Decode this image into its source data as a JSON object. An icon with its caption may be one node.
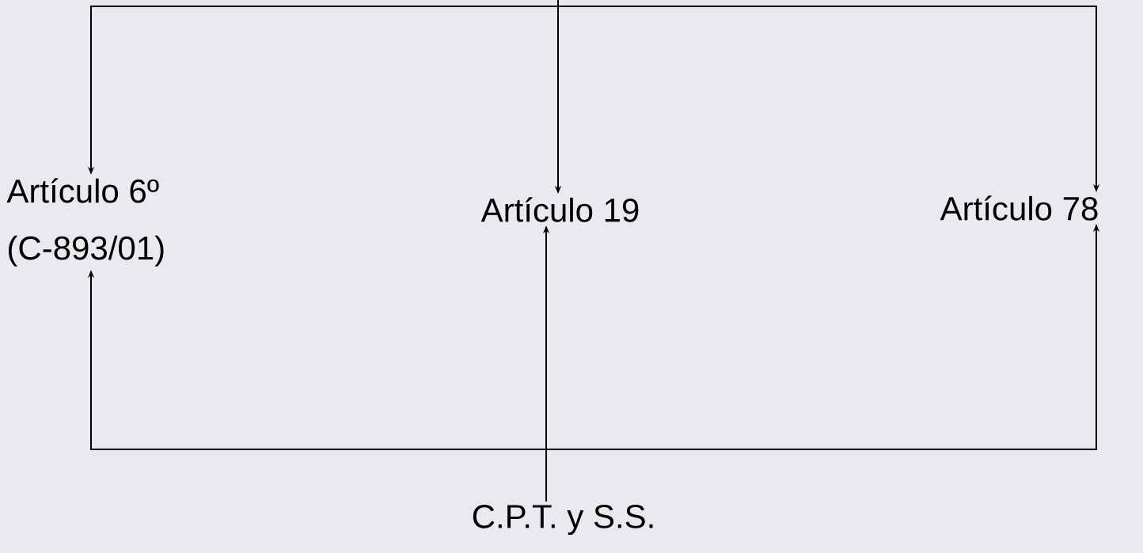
{
  "diagram": {
    "nodes": [
      {
        "text": [
          "Artículo 6º",
          "(C-893/01)"
        ]
      },
      {
        "text": [
          "Artículo 19"
        ]
      },
      {
        "text": [
          "Artículo 78"
        ]
      },
      {
        "text": [
          "C.P.T. y S.S."
        ]
      }
    ],
    "edges": [
      {
        "from": null,
        "to": 0,
        "arrow": "to"
      },
      {
        "from": null,
        "to": 1,
        "arrow": "to"
      },
      {
        "from": null,
        "to": 2,
        "arrow": "to"
      },
      {
        "from": 3,
        "to": 0,
        "arrow": "to"
      },
      {
        "from": 3,
        "to": 1,
        "arrow": "to"
      },
      {
        "from": 3,
        "to": 2,
        "arrow": "to"
      }
    ]
  }
}
